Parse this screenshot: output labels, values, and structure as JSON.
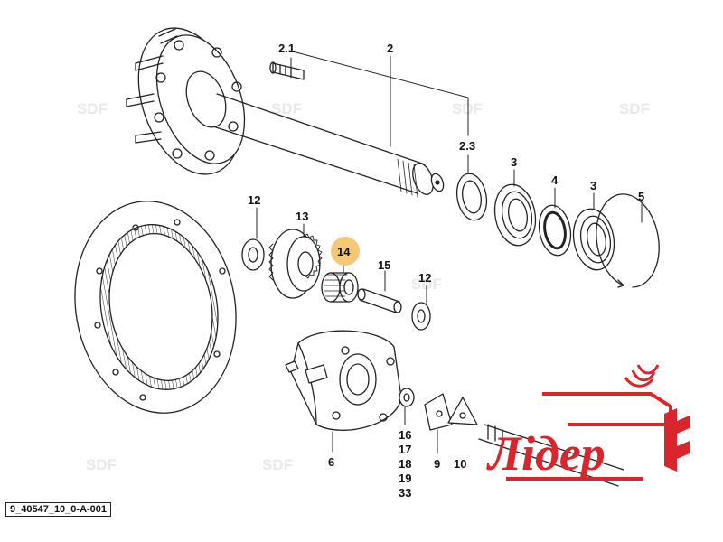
{
  "diagram": {
    "callouts": [
      "2.1",
      "2",
      "2.3",
      "3",
      "4",
      "3",
      "5",
      "12",
      "13",
      "14",
      "15",
      "12",
      "6",
      "16",
      "17",
      "18",
      "19",
      "33",
      "9",
      "10"
    ],
    "highlight_callout": "14",
    "drawing_code": "9_40547_10_0-A-001"
  },
  "watermark": {
    "text": "SDF"
  },
  "logo": {
    "text": "Лідер",
    "color": "#d9252c"
  },
  "colors": {
    "line": "#222222",
    "highlight": "#f5c878",
    "logo_red": "#d9252c"
  }
}
